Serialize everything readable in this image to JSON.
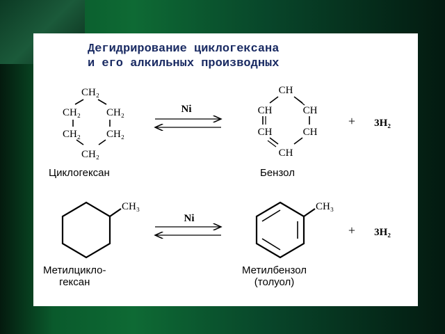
{
  "title": {
    "line1": "Дегидрирование циклогексана",
    "line2": "и его алкильных производных"
  },
  "reaction1": {
    "reactant": {
      "top": "CH₂",
      "upper_left": "CH₂",
      "upper_right": "CH₂",
      "lower_left": "CH₂",
      "lower_right": "CH₂",
      "bottom": "CH₂",
      "name": "Циклогексан"
    },
    "catalyst": "Ni",
    "product": {
      "top": "CH",
      "upper_left": "CH",
      "upper_right": "CH",
      "lower_left": "CH",
      "lower_right": "CH",
      "bottom": "CH",
      "name": "Бензол"
    },
    "plus": "+",
    "byproduct": "3H₂"
  },
  "reaction2": {
    "reactant": {
      "substituent": "CH₃",
      "name_line1": "Метилцикло-",
      "name_line2": "гексан"
    },
    "catalyst": "Ni",
    "product": {
      "substituent": "CH₃",
      "name_line1": "Метилбензол",
      "name_line2": "(толуол)"
    },
    "plus": "+",
    "byproduct": "3H₂"
  }
}
